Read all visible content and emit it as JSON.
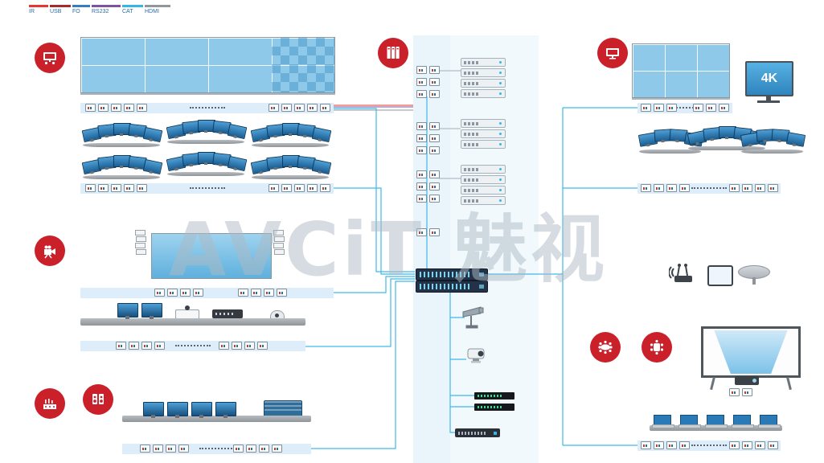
{
  "legend": {
    "items": [
      {
        "label": "IR",
        "color": "#e8382d"
      },
      {
        "label": "USB",
        "color": "#a52a2a"
      },
      {
        "label": "FO",
        "color": "#3a7abf"
      },
      {
        "label": "RS232",
        "color": "#7d53a0"
      },
      {
        "label": "CAT",
        "color": "#35b6e8"
      },
      {
        "label": "HDMI",
        "color": "#8f979e"
      }
    ]
  },
  "watermark": {
    "text": "AVCiT 魅视"
  },
  "displays": {
    "fourk_label": "4K"
  },
  "colors": {
    "accent_red": "#c9202a",
    "line_cyan": "#3fb9ea",
    "wall_blue": "#8ec9ea",
    "band_blue": "#e9f4fb",
    "desk_gray": "#a7abaf"
  },
  "icons": {
    "top_left": "videowall-cart-icon",
    "center_top": "rack-icon",
    "top_right": "display-icon",
    "middle_left": "video-camera-icon",
    "bottom_left_1": "mixer-console-icon",
    "bottom_left_2": "speakers-icon",
    "right_1": "conference-table-icon",
    "right_2": "conference-table-icon"
  }
}
